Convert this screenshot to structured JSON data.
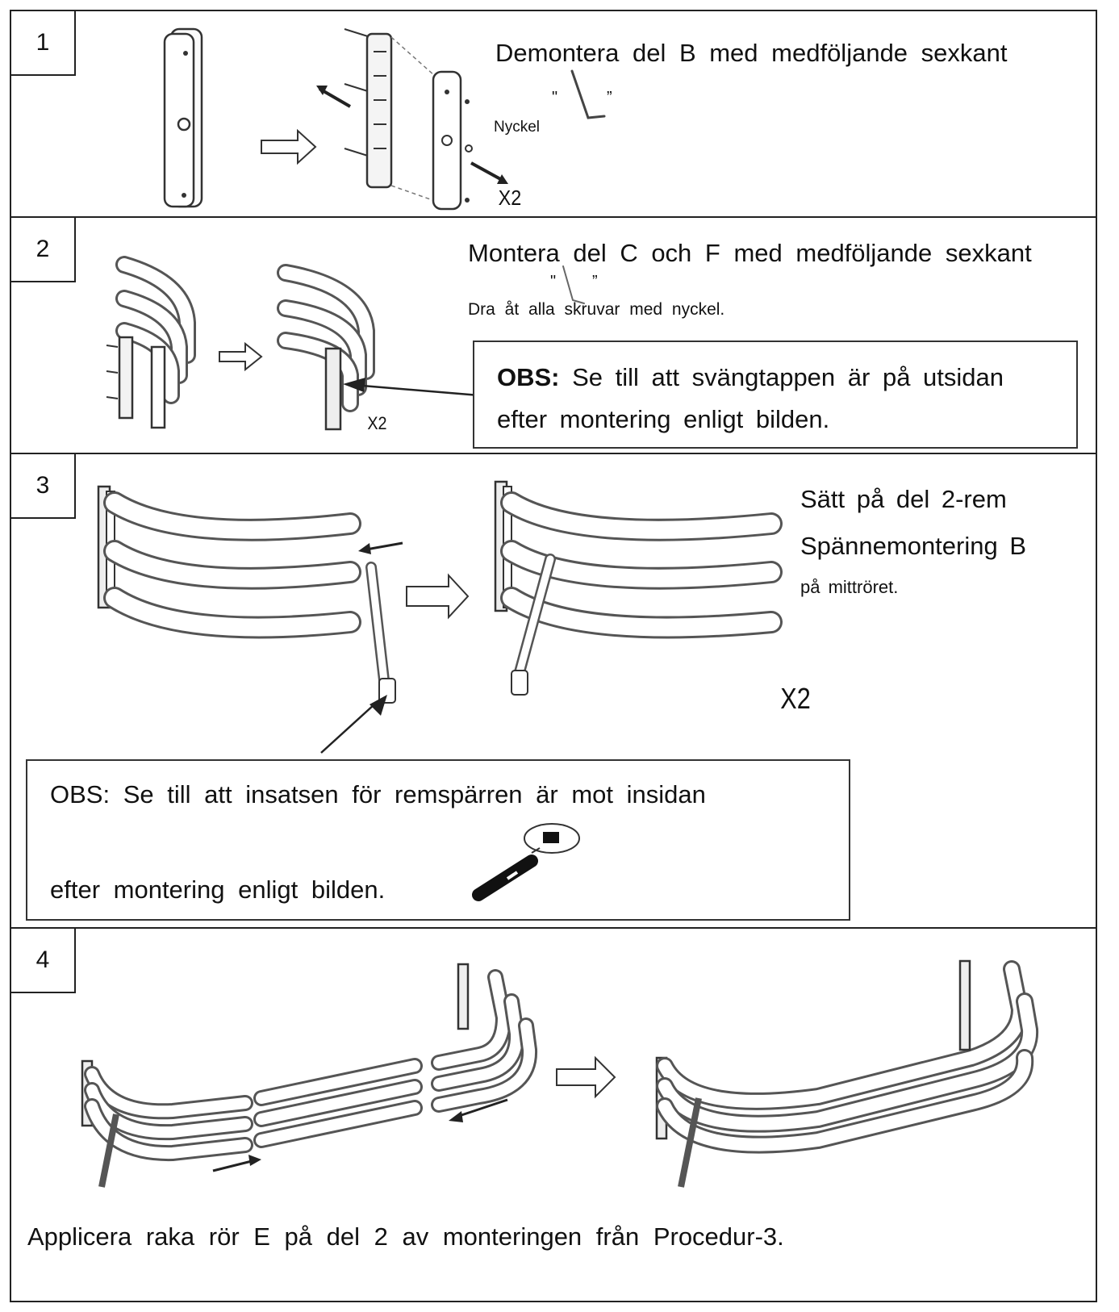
{
  "steps": [
    {
      "number": "1",
      "text": "Demontera del B med medföljande sexkant",
      "quote_open": "\"",
      "quote_close": "”",
      "tool_label": "Nyckel",
      "multiplier": "X2"
    },
    {
      "number": "2",
      "text": "Montera del C och F med medföljande sexkant",
      "quote_open": "\"",
      "quote_close": "”",
      "subtext": "Dra åt alla skruvar med nyckel.",
      "multiplier": "X2",
      "note": {
        "bold": "OBS:",
        "line1": "Se till att svängtappen är på utsidan",
        "line2": "efter montering enligt bilden."
      }
    },
    {
      "number": "3",
      "line1": "Sätt på del 2-rem",
      "line2": "Spännemontering B",
      "line3": "på mittröret.",
      "multiplier": "X2",
      "note": {
        "line1": "OBS: Se till att insatsen för remspärren är mot insidan",
        "line2": "efter montering enligt bilden."
      }
    },
    {
      "number": "4",
      "caption": "Applicera raka rör E på del 2 av monteringen från Procedur-3."
    }
  ]
}
